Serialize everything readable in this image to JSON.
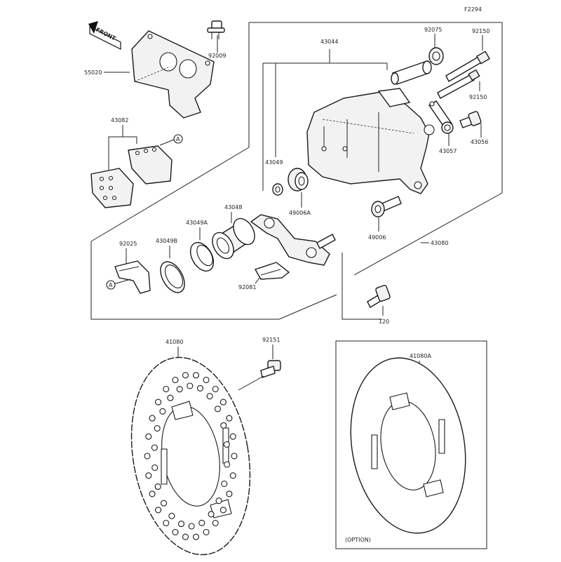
{
  "header": {
    "figure_code": "F2294"
  },
  "front_arrow": {
    "label": "FRONT"
  },
  "callouts": {
    "c92009": "92009",
    "c55020": "55020",
    "c43082": "43082",
    "c43044": "43044",
    "c92075": "92075",
    "c92150a": "92150",
    "c92150b": "92150",
    "c43056": "43056",
    "c43057": "43057",
    "c43049": "43049",
    "c49006A": "49006A",
    "c43048": "43048",
    "c43049A": "43049A",
    "c43049B": "43049B",
    "c92025": "92025",
    "c92081": "92081",
    "c49006": "49006",
    "c43080": "43080",
    "c120": "120",
    "c41080": "41080",
    "c92151": "92151",
    "c41080A": "41080A",
    "refA1": "A",
    "refA2": "A"
  },
  "option_box": {
    "label": "(OPTION)"
  }
}
